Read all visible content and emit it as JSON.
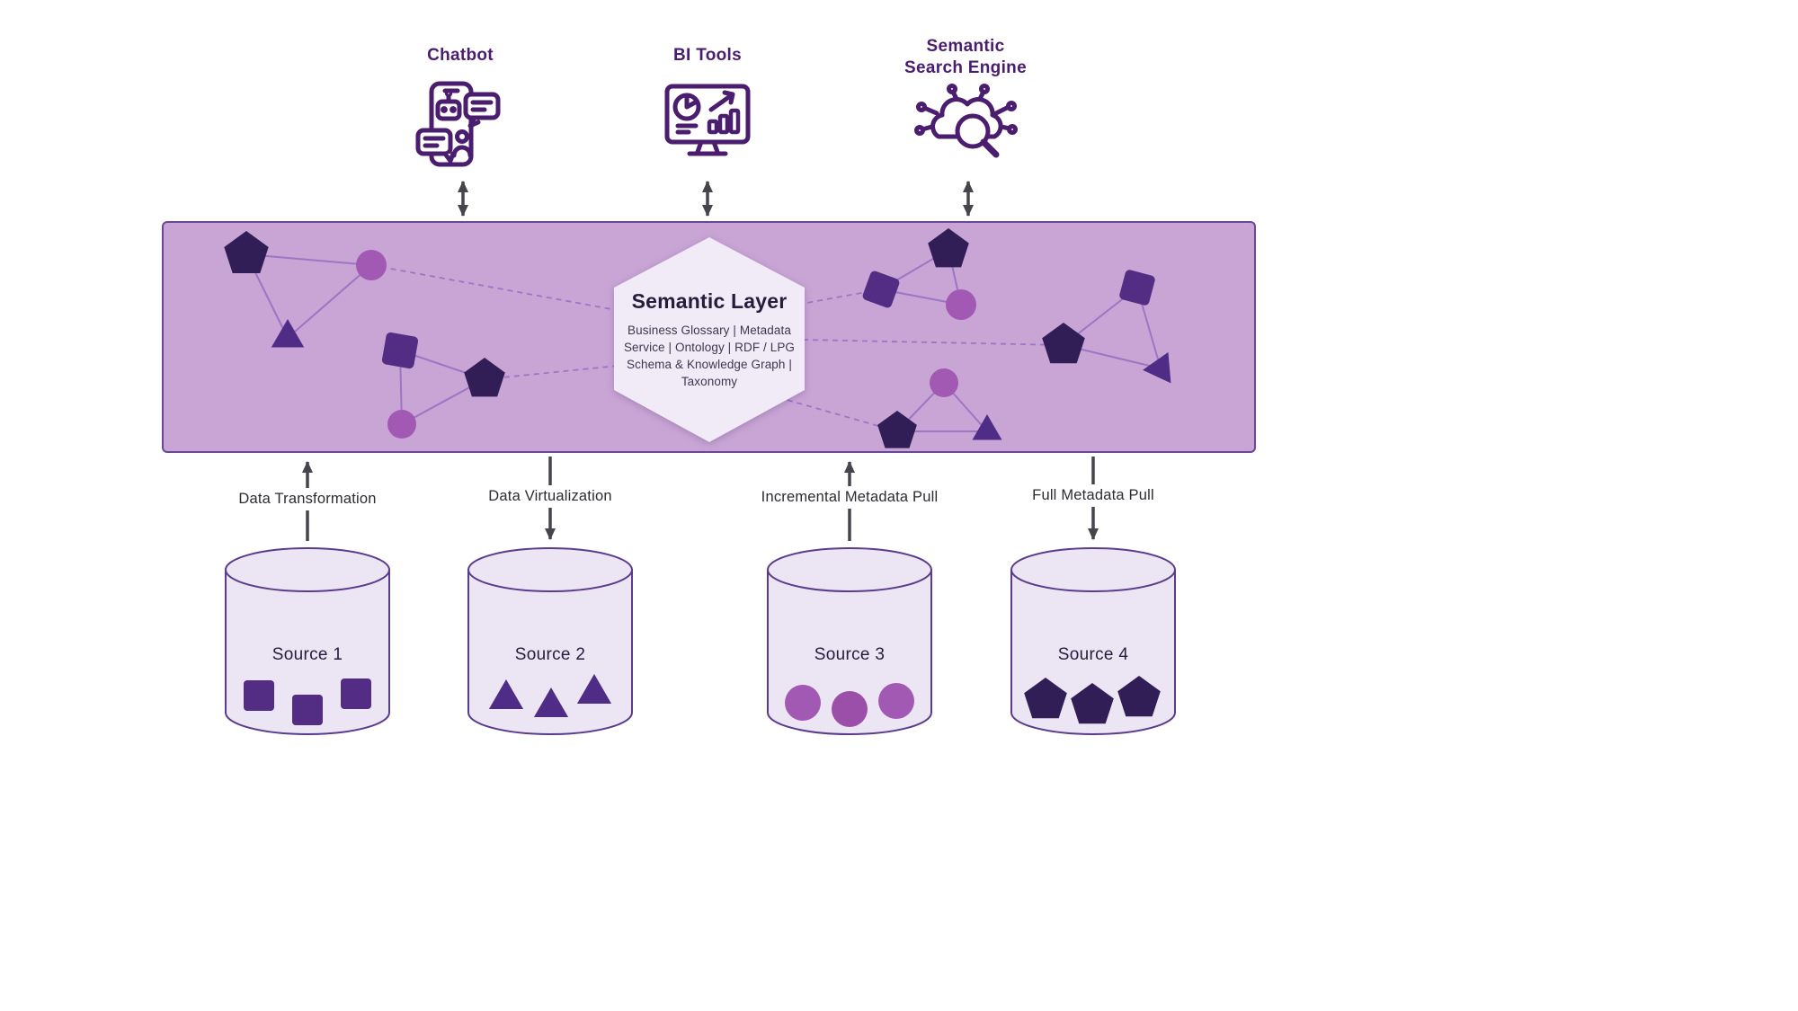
{
  "applications": [
    {
      "name": "chatbot",
      "label": "Chatbot"
    },
    {
      "name": "bi-tools",
      "label": "BI Tools"
    },
    {
      "name": "semantic-search-engine",
      "label": "Semantic\nSearch Engine"
    }
  ],
  "semantic_layer": {
    "title": "Semantic Layer",
    "description": "Business Glossary | Metadata\nService | Ontology | RDF / LPG\nSchema & Knowledge Graph |\nTaxonomy"
  },
  "flows": [
    {
      "label": "Data Transformation",
      "direction": "up"
    },
    {
      "label": "Data Virtualization",
      "direction": "down"
    },
    {
      "label": "Incremental Metadata Pull",
      "direction": "up"
    },
    {
      "label": "Full Metadata Pull",
      "direction": "down"
    }
  ],
  "sources": [
    {
      "label": "Source 1",
      "node_shape": "square"
    },
    {
      "label": "Source 2",
      "node_shape": "triangle"
    },
    {
      "label": "Source 3",
      "node_shape": "circle"
    },
    {
      "label": "Source 4",
      "node_shape": "pentagon"
    }
  ],
  "colors": {
    "brand_purple": "#4A1D6E",
    "band_fill": "#C8A5D5",
    "band_border": "#6A4794",
    "hexagon_fill": "#F1EAF7",
    "cylinder_fill": "#ECE5F3",
    "cylinder_stroke": "#5A3B8C",
    "node_pentagon": "#311E56",
    "node_square": "#532C84",
    "node_triangle": "#4F2C85",
    "node_circle": "#A259B4",
    "graph_line": "#9E74C4",
    "arrow": "#45454D"
  }
}
